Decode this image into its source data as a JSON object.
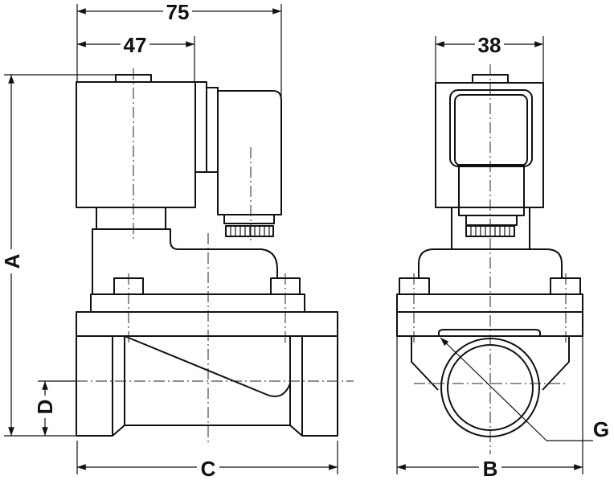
{
  "title": "Solenoid valve dimension drawing",
  "dimensions": {
    "overall_width": "75",
    "coil_width": "47",
    "coil_side_width": "38",
    "height": "A",
    "body_length": "C",
    "body_width": "B",
    "centerline_height": "D",
    "port_thread": "G"
  },
  "colors": {
    "line": "#111111",
    "background": "#ffffff"
  }
}
